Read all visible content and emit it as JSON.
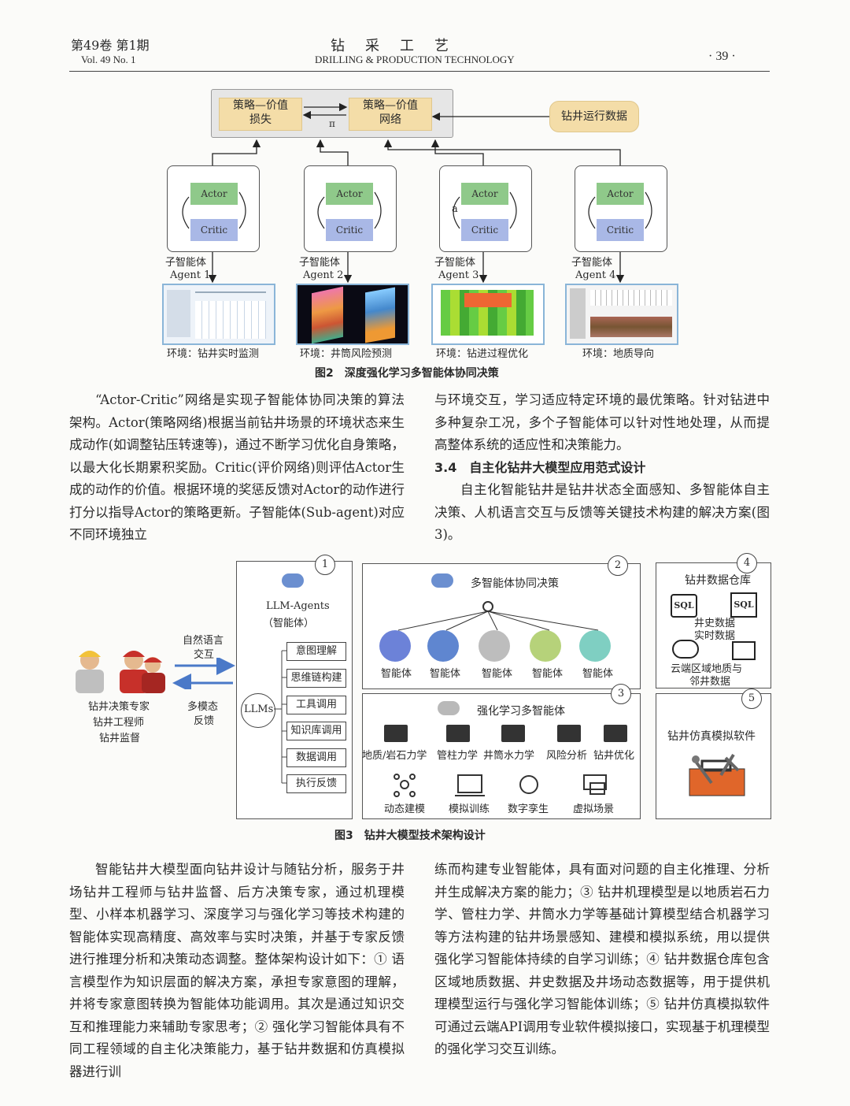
{
  "header": {
    "vol_cn": "第49卷 第1期",
    "vol_en": "Vol. 49 No. 1",
    "journal_cn": "钻采工艺",
    "journal_en": "DRILLING & PRODUCTION TECHNOLOGY",
    "page": "· 39 ·"
  },
  "fig2": {
    "loss_box": "策略—价值\n损失",
    "net_box": "策略—价值\n网络",
    "pi": "π",
    "data_box": "钻井运行数据",
    "actor": "Actor",
    "critic": "Critic",
    "a_label": "a",
    "agents": [
      {
        "cn": "子智能体",
        "en": "Agent 1",
        "env": "环境：钻井实时监测"
      },
      {
        "cn": "子智能体",
        "en": "Agent 2",
        "env": "环境：井筒风险预测"
      },
      {
        "cn": "子智能体",
        "en": "Agent 3",
        "env": "环境：钻进过程优化"
      },
      {
        "cn": "子智能体",
        "en": "Agent 4",
        "env": "环境：地质导向"
      }
    ],
    "caption": "图2　深度强化学习多智能体协同决策"
  },
  "text_top_left": [
    "“Actor-Critic”网络是实现子智能体协同决策的算法架构。Actor(策略网络)根据当前钻井场景的环境状态来生成动作(如调整钻压转速等)，通过不断学习优化自身策略，以最大化长期累积奖励。Critic(评价网络)则评估Actor生成的动作的价值。根据环境的奖惩反馈对Actor的动作进行打分以指导Actor的策略更新。子智能体(Sub-agent)对应不同环境独立"
  ],
  "text_top_right": {
    "p1": "与环境交互，学习适应特定环境的最优策略。针对钻进中多种复杂工况，多个子智能体可以针对性地处理，从而提高整体系统的适应性和决策能力。",
    "section": "3.4　自主化钻井大模型应用范式设计",
    "p2": "自主化智能钻井是钻井状态全面感知、多智能体自主决策、人机语言交互与反馈等关键技术构建的解决方案(图3)。"
  },
  "fig3": {
    "users": [
      "钻井决策专家",
      "钻井工程师",
      "钻井监督"
    ],
    "nl": [
      "自然语言",
      "交互"
    ],
    "mm": [
      "多模态",
      "反馈"
    ],
    "llm_agents": "LLM-Agents",
    "llm_agents_cn": "（智能体）",
    "llms": "LLMs",
    "items": [
      "意图理解",
      "思维链构建",
      "工具调用",
      "知识库调用",
      "数据调用",
      "执行反馈"
    ],
    "box2_title": "多智能体协同决策",
    "agent_label": "智能体",
    "box3_title": "强化学习多智能体",
    "rl_items": [
      "地质/岩石力学",
      "管柱力学",
      "井筒水力学",
      "风险分析",
      "钻井优化"
    ],
    "rl_items2": [
      "动态建模",
      "模拟训练",
      "数字孪生",
      "虚拟场景"
    ],
    "box4_title": "钻井数据仓库",
    "sql": "SQL",
    "box4_l1": "井史数据",
    "box4_l2": "实时数据",
    "box4_l3": "云端区域地质与",
    "box4_l4": "邻井数据",
    "box5_title": "钻井仿真模拟软件",
    "nums": [
      "1",
      "2",
      "3",
      "4",
      "5"
    ],
    "caption": "图3　钻井大模型技术架构设计"
  },
  "text_bottom_left": "智能钻井大模型面向钻井设计与随钻分析，服务于井场钻井工程师与钻井监督、后方决策专家，通过机理模型、小样本机器学习、深度学习与强化学习等技术构建的智能体实现高精度、高效率与实时决策，并基于专家反馈进行推理分析和决策动态调整。整体架构设计如下：① 语言模型作为知识层面的解决方案，承担专家意图的理解，并将专家意图转换为智能体功能调用。其次是通过知识交互和推理能力来辅助专家思考；② 强化学习智能体具有不同工程领域的自主化决策能力，基于钻井数据和仿真模拟器进行训",
  "text_bottom_right": "练而构建专业智能体，具有面对问题的自主化推理、分析并生成解决方案的能力；③ 钻井机理模型是以地质岩石力学、管柱力学、井筒水力学等基础计算模型结合机器学习等方法构建的钻井场景感知、建模和模拟系统，用以提供强化学习智能体持续的自学习训练；④ 钻井数据仓库包含区域地质数据、井史数据及井场动态数据等，用于提供机理模型运行与强化学习智能体训练；⑤ 钻井仿真模拟软件可通过云端API调用专业软件模拟接口，实现基于机理模型的强化学习交互训练。"
}
